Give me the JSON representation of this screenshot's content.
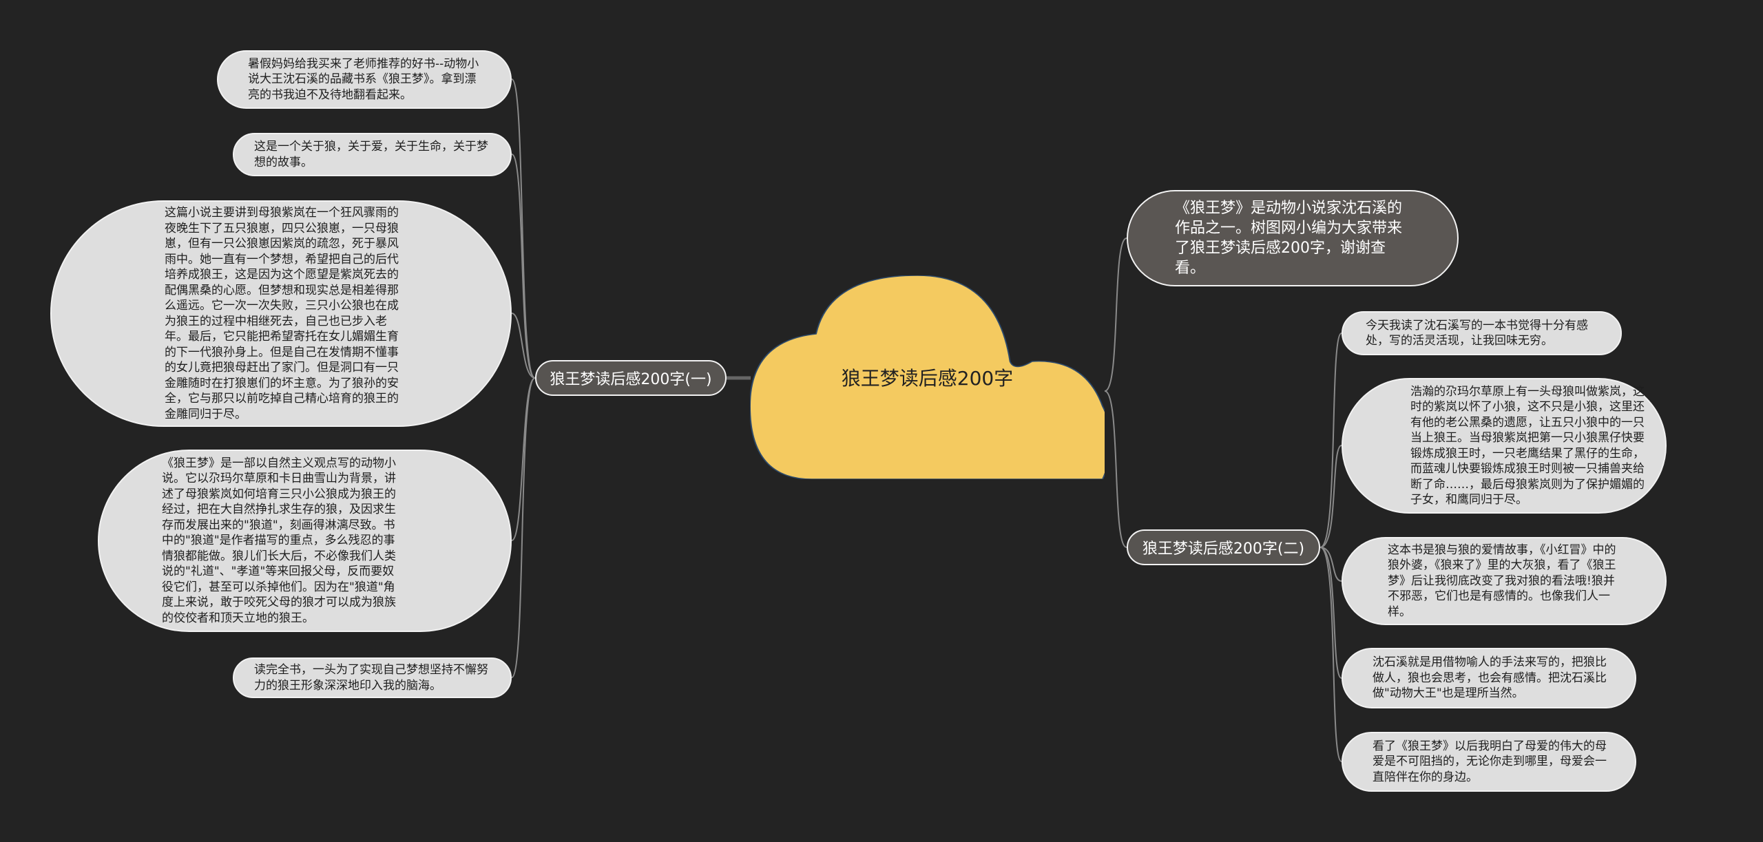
{
  "root": {
    "title": "狼王梦读后感200字",
    "color": "#f4ca60"
  },
  "intro": "《狼王梦》是动物小说家沈石溪的作品之一。树图网小编为大家带来了狼王梦读后感200字，谢谢查看。",
  "branches": [
    {
      "label": "狼王梦读后感200字(一)",
      "leaves": [
        "暑假妈妈给我买来了老师推荐的好书--动物小说大王沈石溪的品藏书系《狼王梦》。拿到漂亮的书我迫不及待地翻看起来。",
        "这是一个关于狼，关于爱，关于生命，关于梦想的故事。",
        "这篇小说主要讲到母狼紫岚在一个狂风骤雨的夜晚生下了五只狼崽，四只公狼崽，一只母狼崽，但有一只公狼崽因紫岚的疏忽，死于暴风雨中。她一直有一个梦想，希望把自己的后代培养成狼王，这是因为这个愿望是紫岚死去的配偶黑桑的心愿。但梦想和现实总是相差得那么遥远。它一次一次失败，三只小公狼也在成为狼王的过程中相继死去，自己也已步入老年。最后，它只能把希望寄托在女儿媚媚生育的下一代狼孙身上。但是自己在发情期不懂事的女儿竟把狼母赶出了家门。但是洞口有一只金雕随时在打狼崽们的坏主意。为了狼孙的安全，它与那只以前吃掉自己精心培育的狼王的金雕同归于尽。",
        "《狼王梦》是一部以自然主义观点写的动物小说。它以尕玛尔草原和卡日曲雪山为背景，讲述了母狼紫岚如何培育三只小公狼成为狼王的经过，把在大自然挣扎求生存的狼，及因求生存而发展出来的\"狼道\"，刻画得淋漓尽致。书中的\"狼道\"是作者描写的重点，多么残忍的事情狼都能做。狼儿们长大后，不必像我们人类说的\"礼道\"、\"孝道\"等来回报父母，反而要奴役它们，甚至可以杀掉他们。因为在\"狼道\"角度上来说，敢于咬死父母的狼才可以成为狼族的佼佼者和顶天立地的狼王。",
        "读完全书，一头为了实现自己梦想坚持不懈努力的狼王形象深深地印入我的脑海。"
      ]
    },
    {
      "label": "狼王梦读后感200字(二)",
      "leaves": [
        "今天我读了沈石溪写的一本书觉得十分有感处，写的活灵活现，让我回味无穷。",
        "浩瀚的尕玛尔草原上有一头母狼叫做紫岚，这时的紫岚以怀了小狼，这不只是小狼，这里还有他的老公黑桑的遗愿，让五只小狼中的一只当上狼王。当母狼紫岚把第一只小狼黑仔快要锻炼成狼王时，一只老鹰结果了黑仔的生命，而蓝魂儿快要锻炼成狼王时则被一只捕兽夹给断了命……，最后母狼紫岚则为了保护媚媚的子女，和鹰同归于尽。",
        "这本书是狼与狼的爱情故事，《小红冒》中的狼外婆，《狼来了》里的大灰狼，看了《狼王梦》后让我彻底改变了我对狼的看法哦!狼并不邪恶，它们也是有感情的。也像我们人一样。",
        "沈石溪就是用借物喻人的手法来写的，把狼比做人，狼也会思考，也会有感情。把沈石溪比做\"动物大王\"也是理所当然。",
        "看了《狼王梦》以后我明白了母爱的伟大的母爱是不可阻挡的，无论你走到哪里，母爱会一直陪伴在你的身边。"
      ]
    }
  ]
}
